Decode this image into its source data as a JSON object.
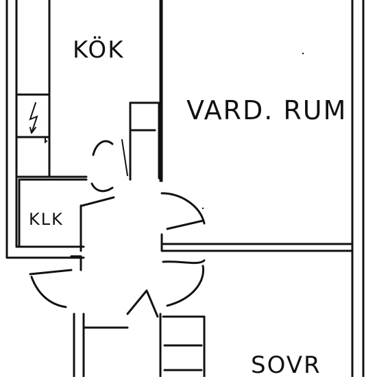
{
  "rooms": {
    "kitchen": "KÖK",
    "living_room": "VARD. RUM",
    "closet": "KLK",
    "bedroom": "SOVR"
  },
  "colors": {
    "line": "#111111",
    "background": "#ffffff"
  },
  "icons": {
    "electric_panel": "lightning-icon"
  }
}
